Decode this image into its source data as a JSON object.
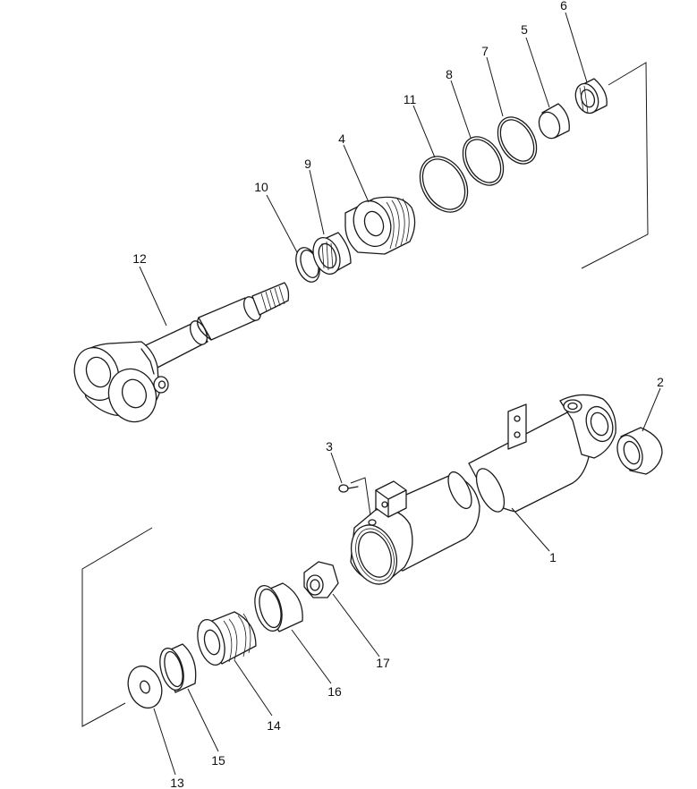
{
  "parts": [
    {
      "key": "p1",
      "label": "1"
    },
    {
      "key": "p2",
      "label": "2"
    },
    {
      "key": "p3",
      "label": "3"
    },
    {
      "key": "p4",
      "label": "4"
    },
    {
      "key": "p5",
      "label": "5"
    },
    {
      "key": "p6",
      "label": "6"
    },
    {
      "key": "p7",
      "label": "7"
    },
    {
      "key": "p8",
      "label": "8"
    },
    {
      "key": "p9",
      "label": "9"
    },
    {
      "key": "p10",
      "label": "10"
    },
    {
      "key": "p11",
      "label": "11"
    },
    {
      "key": "p12",
      "label": "12"
    },
    {
      "key": "p13",
      "label": "13"
    },
    {
      "key": "p14",
      "label": "14"
    },
    {
      "key": "p15",
      "label": "15"
    },
    {
      "key": "p16",
      "label": "16"
    },
    {
      "key": "p17",
      "label": "17"
    }
  ]
}
